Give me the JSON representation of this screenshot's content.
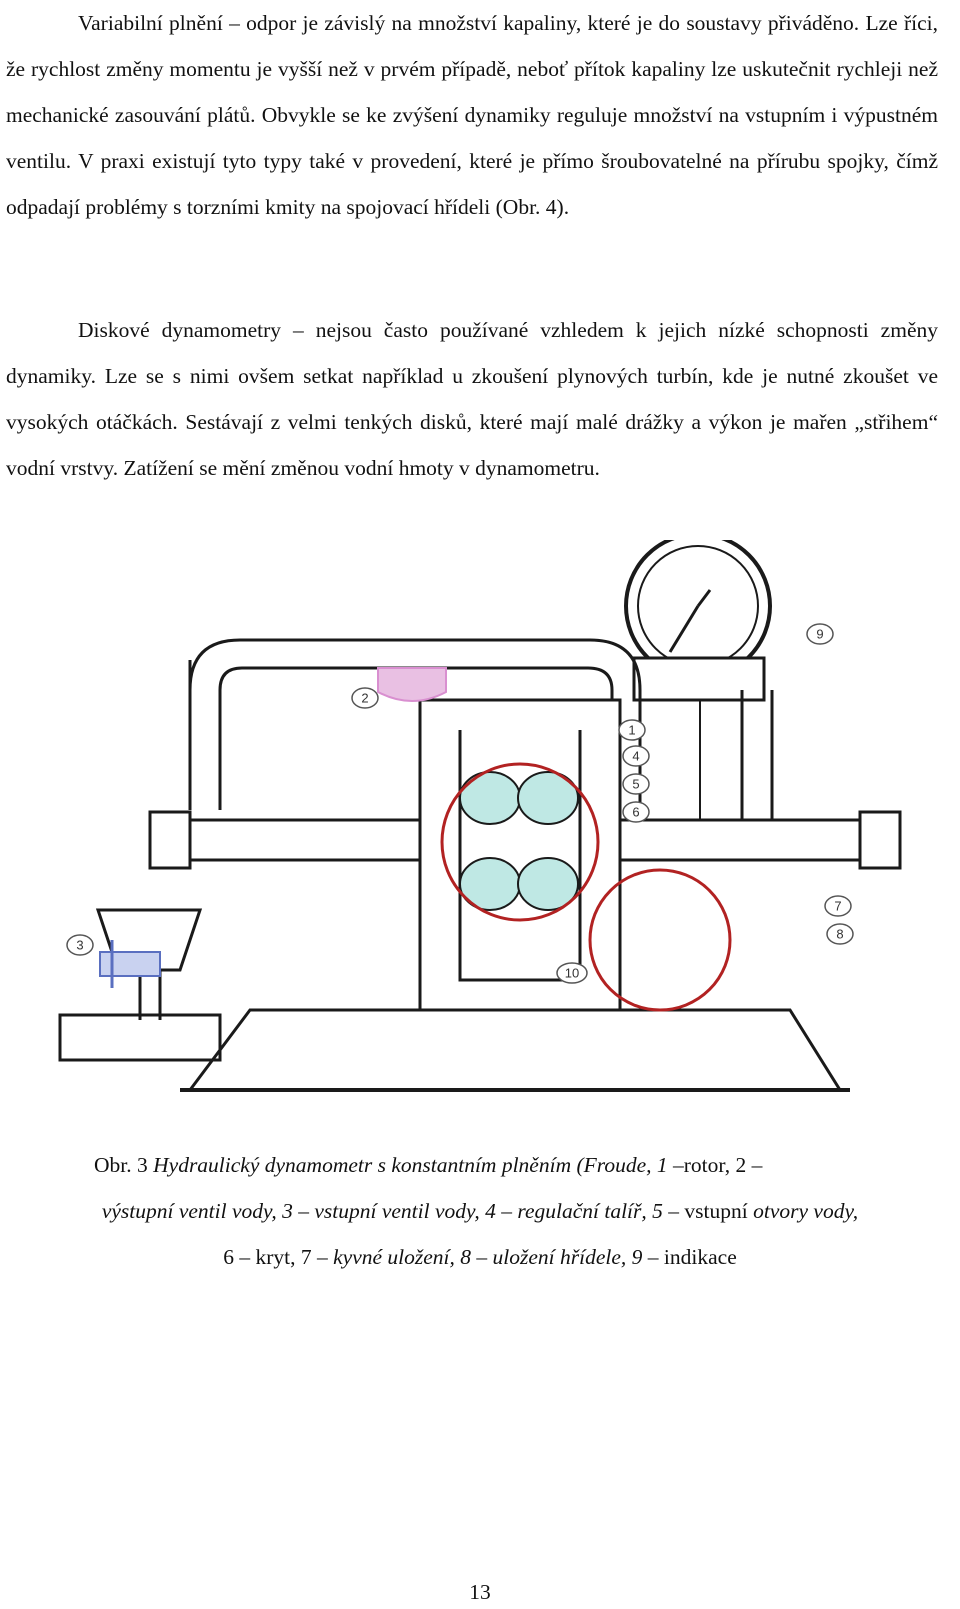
{
  "paragraphs": {
    "p1": "Variabilní plnění – odpor je závislý na množství kapaliny, které je do soustavy přiváděno. Lze říci, že rychlost změny momentu je vyšší než v prvém případě, neboť přítok kapaliny lze uskutečnit rychleji než mechanické zasouvání plátů. Obvykle se ke zvýšení dynamiky reguluje množství na vstupním i výpustném ventilu. V praxi existují tyto typy také v provedení, které je přímo šroubovatelné na přírubu spojky, čímž odpadají problémy s torzními kmity na spojovací hřídeli (Obr. 4).",
    "p2": "Diskové dynamometry – nejsou často používané vzhledem k jejich nízké schopnosti změny dynamiky. Lze se s nimi ovšem setkat například u zkoušení plynových turbín, kde je nutné zkoušet ve vysokých otáčkách. Sestávají z velmi tenkých disků, které mají malé drážky a výkon je mařen „střihem“ vodní vrstvy. Zatížení se mění změnou vodní hmoty v dynamometru."
  },
  "figure": {
    "labels": [
      "1",
      "2",
      "3",
      "4",
      "5",
      "6",
      "7",
      "8",
      "9",
      "10"
    ],
    "colors": {
      "line": "#1a1a1a",
      "cyan": "#bfe8e4",
      "pink": "#d98fd0",
      "red": "#b22222",
      "blue": "#5a6fc0"
    }
  },
  "caption": {
    "c1a": "Obr. 3 ",
    "c1b": "Hydraulický dynamometr s konstantním plněním (Froude, 1 –",
    "c1c": "rotor",
    "c1d": ", 2 –",
    "c2a": "výstupní ventil vody, 3 – vstupní ventil vody, 4 – regulační talíř, 5 –",
    "c2b": " vstupní",
    "c2c": " otvory vody,",
    "c3a": "6 – kryt, 7 – ",
    "c3b": "kyvné uložení, 8 – uložení hřídele, 9 –",
    "c3c": " indikace"
  },
  "page_number": "13"
}
